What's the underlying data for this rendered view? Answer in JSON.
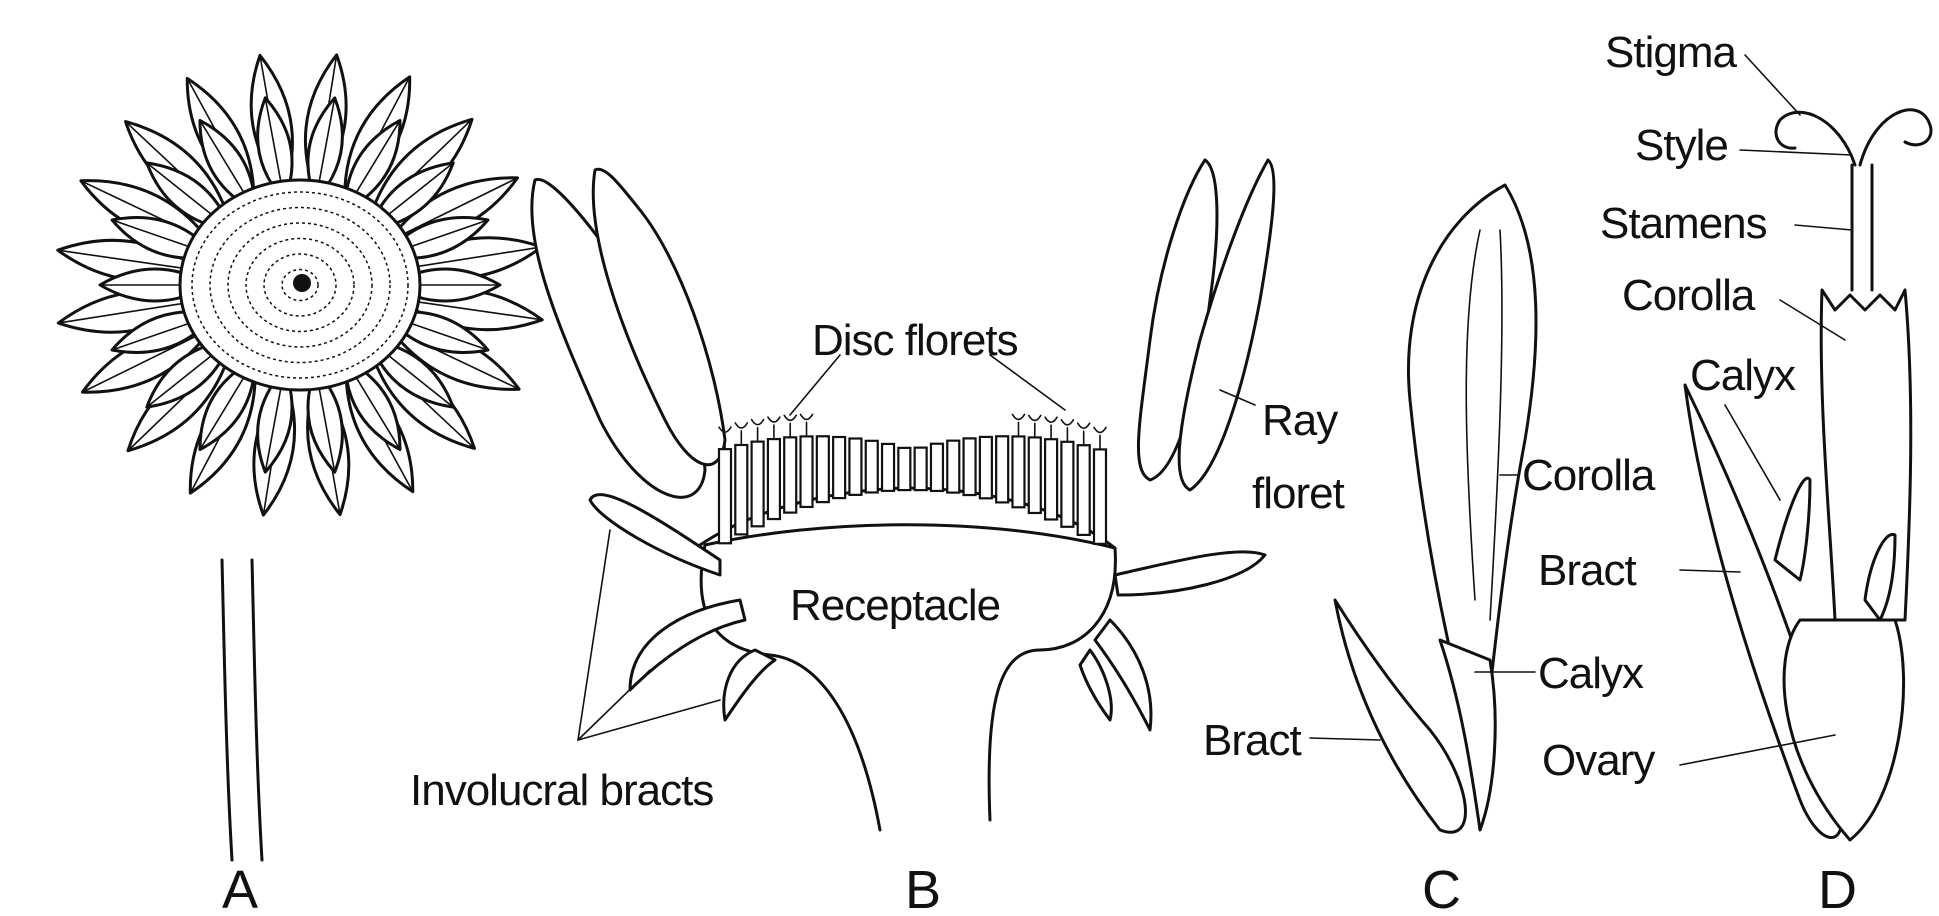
{
  "panels": {
    "a": {
      "letter": "A"
    },
    "b": {
      "letter": "B",
      "labels": {
        "disc_florets": "Disc florets",
        "ray": "Ray",
        "floret": "floret",
        "receptacle": "Receptacle",
        "involucral_bracts": "Involucral bracts"
      }
    },
    "c": {
      "letter": "C",
      "labels": {
        "corolla": "Corolla",
        "calyx": "Calyx",
        "bract": "Bract"
      }
    },
    "d": {
      "letter": "D",
      "labels": {
        "stigma": "Stigma",
        "style": "Style",
        "stamens": "Stamens",
        "corolla": "Corolla",
        "calyx": "Calyx",
        "bract": "Bract",
        "ovary": "Ovary"
      }
    }
  }
}
